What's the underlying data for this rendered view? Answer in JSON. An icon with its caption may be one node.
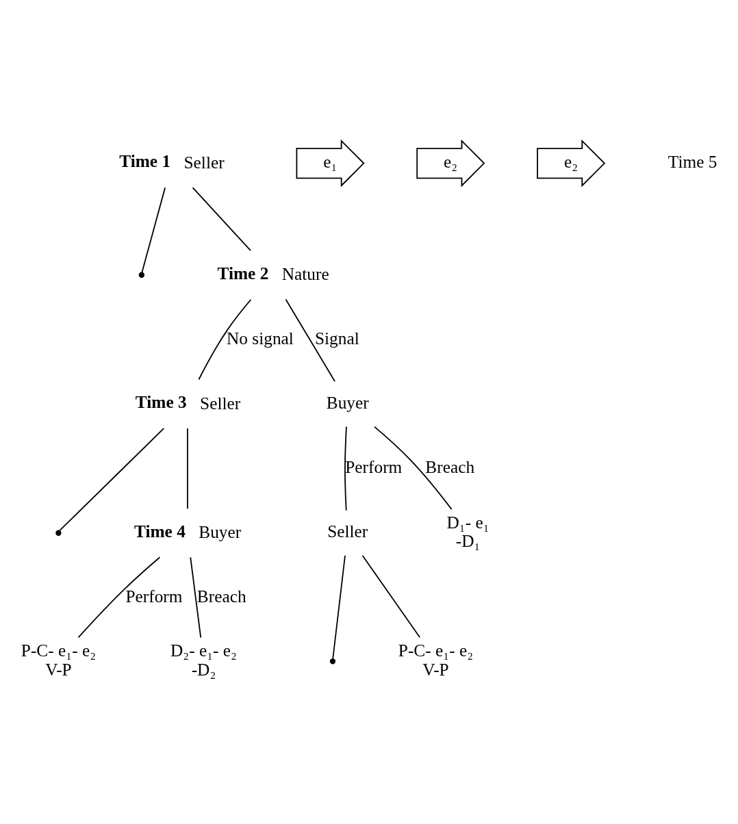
{
  "diagram": {
    "nodes": [
      {
        "text": [
          "Seller"
        ],
        "beside": [
          "Time 1"
        ]
      },
      {
        "text": [],
        "shape": "point"
      },
      {
        "text": [
          "Nature"
        ],
        "beside": [
          "Time 2"
        ]
      },
      {
        "text": [
          "Seller"
        ],
        "beside": [
          "Time 3"
        ]
      },
      {
        "text": [
          "Buyer"
        ]
      },
      {
        "text": [],
        "shape": "point"
      },
      {
        "text": [
          "Buyer"
        ],
        "beside": [
          "Time 4"
        ]
      },
      {
        "text": [
          "P-C- e₁- e₂",
          "V-P"
        ]
      },
      {
        "text": [
          "D₂- e₁- e₂",
          "-D₂"
        ]
      },
      {
        "text": [
          "Seller"
        ]
      },
      {
        "text": [
          "D₁- e₁",
          "-D₁"
        ]
      },
      {
        "text": [],
        "shape": "point"
      },
      {
        "text": [
          "P-C- e₁- e₂",
          "V-P"
        ]
      }
    ],
    "edges": [
      {
        "from": 0,
        "to": 1,
        "arrow": "none"
      },
      {
        "from": 0,
        "to": 2,
        "arrow": "none"
      },
      {
        "from": 2,
        "to": 3,
        "arrow": "none",
        "label": "No signal"
      },
      {
        "from": 2,
        "to": 4,
        "arrow": "none",
        "label": "Signal"
      },
      {
        "from": 3,
        "to": 5,
        "arrow": "none"
      },
      {
        "from": 3,
        "to": 6,
        "arrow": "none"
      },
      {
        "from": 4,
        "to": 9,
        "arrow": "none",
        "label": "Perform"
      },
      {
        "from": 4,
        "to": 10,
        "arrow": "none",
        "label": "Breach"
      },
      {
        "from": 6,
        "to": 7,
        "arrow": "none",
        "label": "Perform"
      },
      {
        "from": 6,
        "to": 8,
        "arrow": "none",
        "label": "Breach"
      },
      {
        "from": 9,
        "to": 11,
        "arrow": "none"
      },
      {
        "from": 9,
        "to": 12,
        "arrow": "none"
      }
    ],
    "labels": [
      "e₁",
      "e₂",
      "e₂",
      "Time 5"
    ]
  }
}
